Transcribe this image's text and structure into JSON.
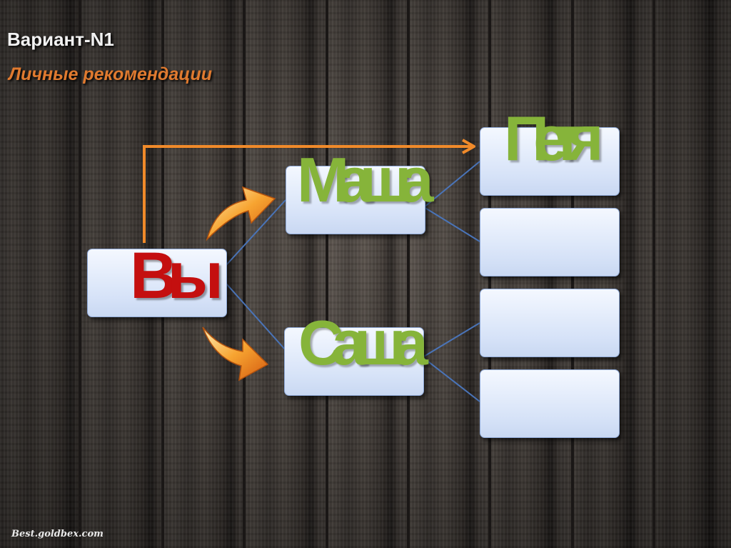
{
  "slide": {
    "title": "Вариант-N1",
    "subtitle": "Личные рекомендации",
    "watermark": "Best.goldbex.com"
  },
  "nodes": {
    "you": "Вы",
    "masha": "Маша",
    "sasha": "Саша",
    "petya": "Петя"
  },
  "colors": {
    "title": "#f2f2f2",
    "subtitle": "#e07a2f",
    "you_label": "#c40f0f",
    "friend_label": "#86b43a",
    "arrow_orange": "#f08a2a",
    "connector": "#4a74b8",
    "box_fill": "#dde7f8"
  },
  "icons": [
    "curved-arrow-up-icon",
    "curved-arrow-down-icon",
    "arrow-right-icon"
  ]
}
